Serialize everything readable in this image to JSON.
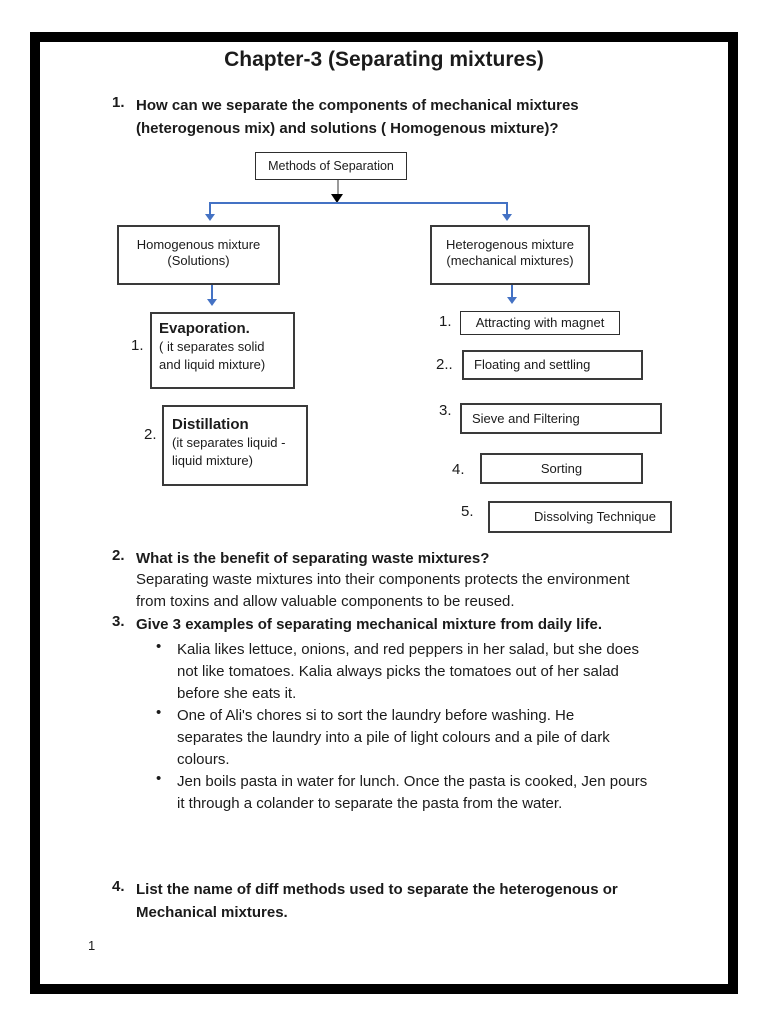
{
  "page": {
    "title": "Chapter-3 (Separating mixtures)",
    "page_number": "1"
  },
  "glyphs": {
    "bullet": "•"
  },
  "colors": {
    "connector_blue": "#4472C4",
    "box_border": "#3a3a3a",
    "frame": "#000000",
    "text": "#1b1b1b"
  },
  "flowchart": {
    "root_label": "Methods of Separation",
    "left_branch": {
      "header_lines": [
        "Homogenous mixture",
        "(Solutions)"
      ],
      "items": [
        {
          "number": "1.",
          "title": "Evaporation.",
          "desc_lines": [
            "( it separates solid",
            "and liquid mixture)"
          ]
        },
        {
          "number": "2.",
          "title": "Distillation",
          "desc_lines": [
            "(it separates liquid -",
            "liquid mixture)"
          ]
        }
      ]
    },
    "right_branch": {
      "header_lines": [
        "Heterogenous mixture",
        "(mechanical mixtures)"
      ],
      "items": [
        {
          "number": "1.",
          "label": "Attracting with magnet"
        },
        {
          "number": "2..",
          "label": "Floating and settling"
        },
        {
          "number": "3.",
          "label": "Sieve and Filtering"
        },
        {
          "number": "4.",
          "label": "Sorting"
        },
        {
          "number": "5.",
          "label": "Dissolving Technique"
        }
      ]
    }
  },
  "questions": {
    "q1": {
      "number": "1.",
      "lines": [
        "How can we separate the components of mechanical mixtures",
        "(heterogenous mix) and solutions ( Homogenous mixture)?"
      ]
    },
    "q2": {
      "number": "2.",
      "title": "What is the benefit of separating waste mixtures?",
      "answer_lines": [
        "Separating waste mixtures into their components protects the environment",
        "from toxins and allow valuable components to be reused."
      ]
    },
    "q3": {
      "number": "3.",
      "title": "Give 3 examples of separating mechanical mixture from daily life.",
      "bullets": [
        {
          "lines": [
            "Kalia likes lettuce, onions, and red peppers in her salad, but she does",
            "not like tomatoes. Kalia always picks the tomatoes out of her salad",
            "before she eats it."
          ]
        },
        {
          "lines": [
            "One of Ali's chores si to sort the laundry before washing. He",
            "separates the laundry into a pile of light colours and a pile of dark",
            "colours."
          ]
        },
        {
          "lines": [
            "Jen boils pasta in water for lunch. Once the pasta is cooked, Jen pours",
            "it through a colander to separate the pasta from the water."
          ]
        }
      ]
    },
    "q4": {
      "number": "4.",
      "lines": [
        "List the name of diff methods used to separate the heterogenous or",
        "Mechanical mixtures."
      ]
    }
  }
}
